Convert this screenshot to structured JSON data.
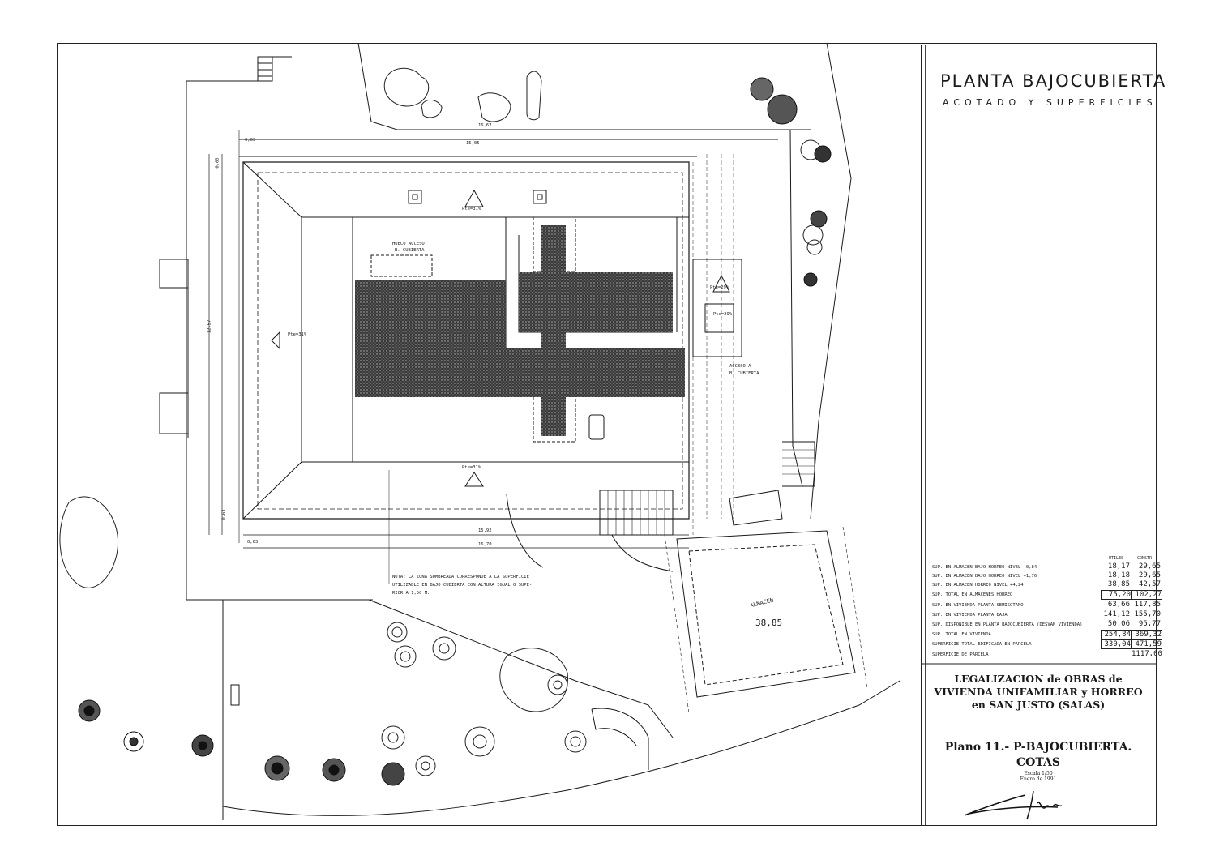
{
  "title": {
    "main": "PLANTA BAJOCUBIERTA",
    "sub": "ACOTADO Y SUPERFICIES"
  },
  "table": {
    "header_utiles": "UTILES",
    "header_constr": "CONSTR.",
    "rows": [
      {
        "label": "SUP. EN ALMACEN BAJO HORREO NIVEL -0,84",
        "utiles": "18,17",
        "constr": "29,65"
      },
      {
        "label": "SUP. EN ALMACEN BAJO HORREO NIVEL +1,76",
        "utiles": "18,18",
        "constr": "29,65"
      },
      {
        "label": "SUP. EN ALMACEN HORREO NIVEL +4,24",
        "utiles": "38,85",
        "constr": "42,57"
      },
      {
        "label": "SUP. TOTAL EN ALMACENES HORREO",
        "utiles": "75,20",
        "constr": "102,27"
      },
      {
        "label": "SUP. EN VIVIENDA PLANTA SEMISOTANO",
        "utiles": "63,66",
        "constr": "117,85"
      },
      {
        "label": "SUP. EN VIVIENDA PLANTA BAJA",
        "utiles": "141,12",
        "constr": "155,70"
      },
      {
        "label": "SUP. DISPONIBLE EN PLANTA BAJOCUBIERTA (DESVAN VIVIENDA)",
        "utiles": "50,06",
        "constr": "95,77"
      },
      {
        "label": "SUP. TOTAL EN VIVIENDA",
        "utiles": "254,84",
        "constr": "369,32"
      },
      {
        "label": "SUPERFICIE TOTAL EDIFICADA EN PARCELA",
        "utiles": "330,04",
        "constr": "471,59"
      },
      {
        "label": "SUPERFICIE DE PARCELA",
        "utiles": "",
        "constr": "1117,00"
      }
    ]
  },
  "legalizacion": {
    "line1": "LEGALIZACION de OBRAS de",
    "line2": "VIVIENDA UNIFAMILIAR y HORREO",
    "line3": "en SAN JUSTO (SALAS)"
  },
  "plano": {
    "line1": "Plano 11.- P-BAJOCUBIERTA.",
    "line2": "COTAS",
    "escala": "Escala 1/50",
    "fecha": "Enero de 1991"
  },
  "note": {
    "line1": "NOTA: LA ZONA SOMBREADA CORRESPONDE A LA SUPERFICIE",
    "line2": "UTILIZABLE EN BAJO CUBIERTA CON ALTURA IGUAL O SUPE-",
    "line3": "RIOR A 1,50 M."
  },
  "plan_labels": {
    "hueco1": "HUECO ACCESO",
    "hueco2": "B. CUBIERTA",
    "acceso1": "ACCESO A",
    "acceso2": "B. CUBIERTA",
    "almacen": "ALMACEN",
    "almacen_area": "38,85",
    "pte_top": "Pte=31%",
    "pte_left": "Pte=31%",
    "pte_bottom": "Pte=31%",
    "pte_right1": "Pte=29%",
    "pte_right2": "Pte=29%",
    "dim_top_outer": "16,67",
    "dim_top_inner": "15,05",
    "dim_left": "12,57",
    "dim_bottom_inner": "15,92",
    "dim_bottom_outer": "16,70",
    "dim_063a": "0,63",
    "dim_063b": "0,63",
    "dim_063c": "0,63",
    "dim_063d": "0,63"
  },
  "colors": {
    "ink": "#1a1a1a",
    "hatch": "#2a2a2a",
    "paper": "#ffffff"
  }
}
